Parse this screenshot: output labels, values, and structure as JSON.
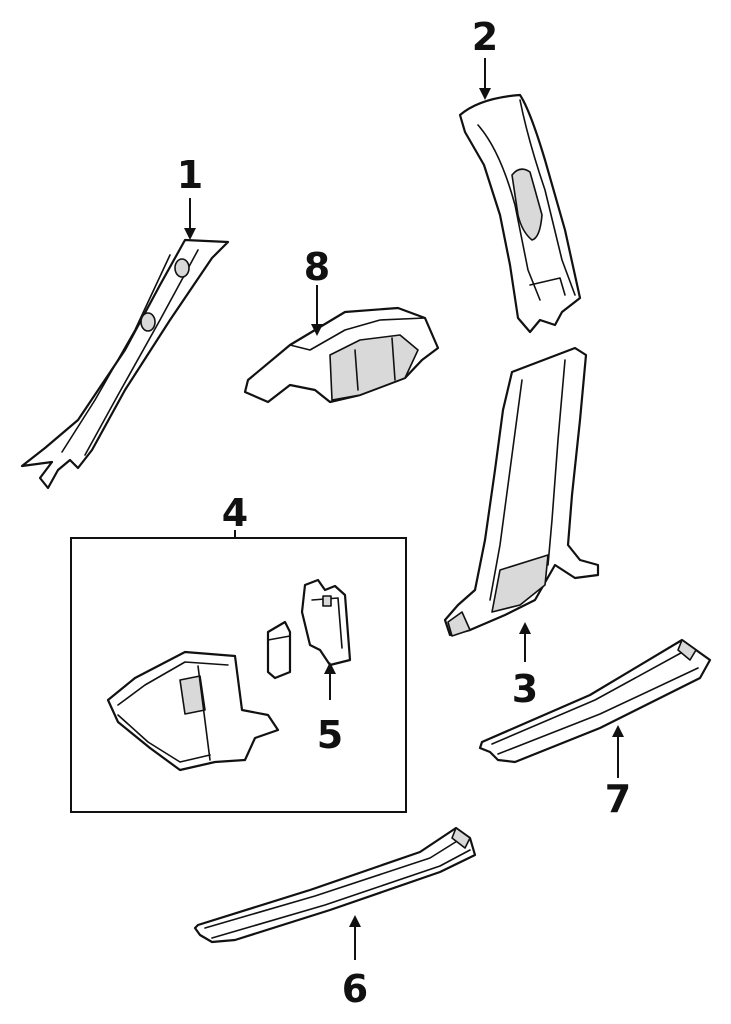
{
  "callouts": {
    "c1": "1",
    "c2": "2",
    "c3": "3",
    "c4": "4",
    "c5": "5",
    "c6": "6",
    "c7": "7",
    "c8": "8"
  },
  "colors": {
    "line": "#111111",
    "background": "#ffffff",
    "shade": "#d9d9d9"
  }
}
